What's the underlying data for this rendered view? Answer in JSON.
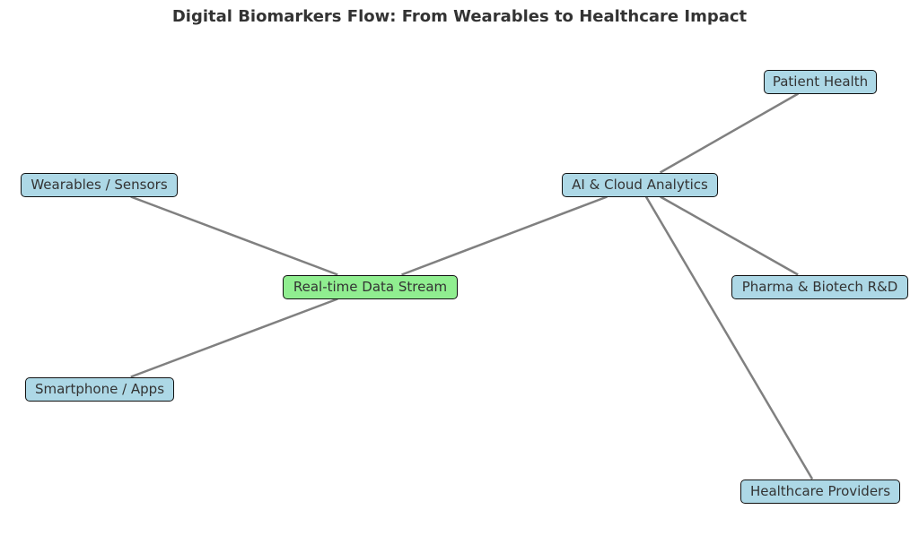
{
  "title": "Digital Biomarkers Flow: From Wearables to Healthcare Impact",
  "colors": {
    "node": "#add8e6",
    "hub": "#90ee90",
    "edge": "#808080",
    "text": "#333333"
  },
  "nodes": {
    "wearables": "Wearables / Sensors",
    "smartphone": "Smartphone / Apps",
    "stream": "Real-time Data Stream",
    "ai": "AI & Cloud Analytics",
    "patient": "Patient Health",
    "pharma": "Pharma & Biotech R&D",
    "providers": "Healthcare Providers"
  },
  "edges": [
    {
      "from": "wearables",
      "to": "stream"
    },
    {
      "from": "smartphone",
      "to": "stream"
    },
    {
      "from": "stream",
      "to": "ai"
    },
    {
      "from": "ai",
      "to": "patient"
    },
    {
      "from": "ai",
      "to": "pharma"
    },
    {
      "from": "ai",
      "to": "providers"
    }
  ]
}
